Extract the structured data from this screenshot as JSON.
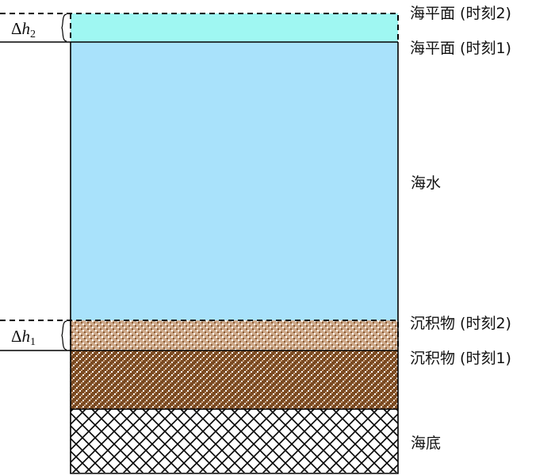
{
  "labels": {
    "sea_level_t2": "海平面 (时刻2)",
    "sea_level_t1": "海平面 (时刻1)",
    "seawater": "海水",
    "sediment_t2": "沉积物 (时刻2)",
    "sediment_t1": "沉积物 (时刻1)",
    "seabed": "海底"
  },
  "deltas": {
    "h2": {
      "delta": "Δ",
      "var": "h",
      "sub": "2"
    },
    "h1": {
      "delta": "Δ",
      "var": "h",
      "sub": "1"
    }
  },
  "colors": {
    "sea_rise": "#9ff7f2",
    "seawater": "#a9e2fb",
    "sediment_t2": "#cda98a",
    "sediment_t1": "#7a4a22",
    "seabed": "#ffffff",
    "outline": "#000000"
  }
}
